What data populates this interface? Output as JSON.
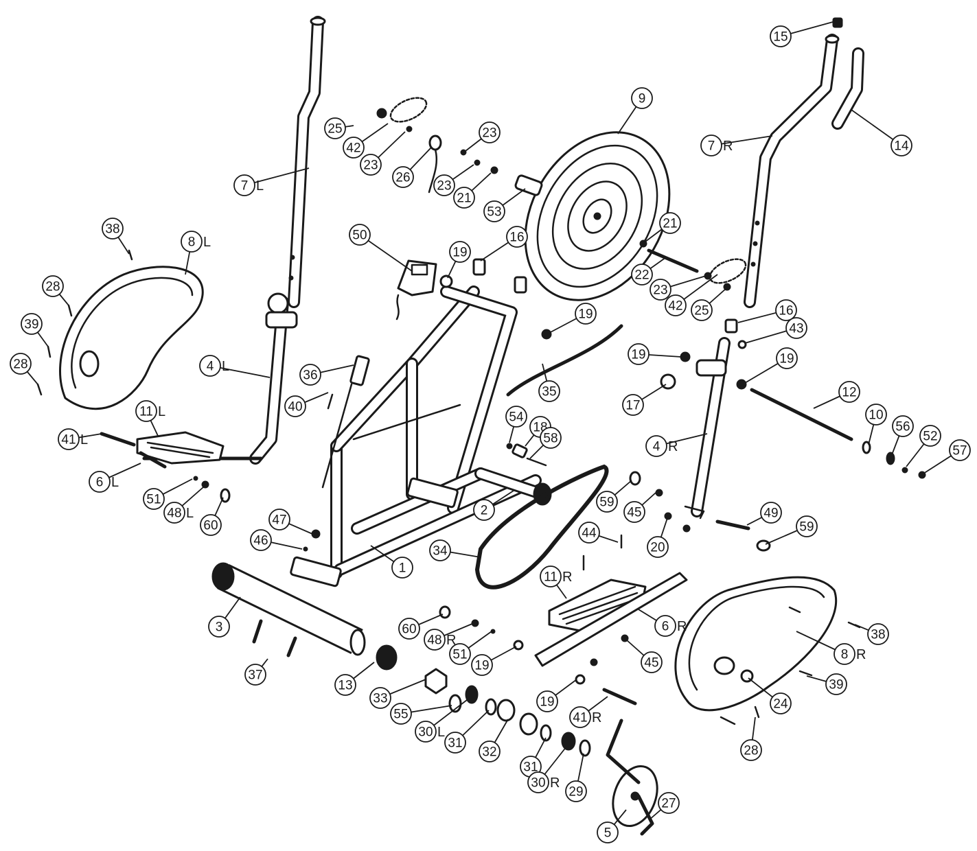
{
  "diagram": {
    "callouts": [
      {
        "id": "c15",
        "label": "15"
      },
      {
        "id": "c9",
        "label": "9"
      },
      {
        "id": "c7R",
        "label": "7",
        "suffix": "R"
      },
      {
        "id": "c14",
        "label": "14"
      },
      {
        "id": "c25a",
        "label": "25"
      },
      {
        "id": "c23a",
        "label": "23"
      },
      {
        "id": "c42a",
        "label": "42"
      },
      {
        "id": "c23b",
        "label": "23"
      },
      {
        "id": "c26",
        "label": "26"
      },
      {
        "id": "c23c",
        "label": "23"
      },
      {
        "id": "c21a",
        "label": "21"
      },
      {
        "id": "c53",
        "label": "53"
      },
      {
        "id": "c7L",
        "label": "7",
        "suffix": "L"
      },
      {
        "id": "c38a",
        "label": "38"
      },
      {
        "id": "c8L",
        "label": "8",
        "suffix": "L"
      },
      {
        "id": "c50",
        "label": "50"
      },
      {
        "id": "c16a",
        "label": "16"
      },
      {
        "id": "c19a",
        "label": "19"
      },
      {
        "id": "c21b",
        "label": "21"
      },
      {
        "id": "c22",
        "label": "22"
      },
      {
        "id": "c23d",
        "label": "23"
      },
      {
        "id": "c42b",
        "label": "42"
      },
      {
        "id": "c25b",
        "label": "25"
      },
      {
        "id": "c28a",
        "label": "28"
      },
      {
        "id": "c39a",
        "label": "39"
      },
      {
        "id": "c28b",
        "label": "28"
      },
      {
        "id": "c19b",
        "label": "19"
      },
      {
        "id": "c16b",
        "label": "16"
      },
      {
        "id": "c43",
        "label": "43"
      },
      {
        "id": "c19c",
        "label": "19"
      },
      {
        "id": "c19d",
        "label": "19"
      },
      {
        "id": "c4L",
        "label": "4",
        "suffix": "L"
      },
      {
        "id": "c36",
        "label": "36"
      },
      {
        "id": "c35",
        "label": "35"
      },
      {
        "id": "c17",
        "label": "17"
      },
      {
        "id": "c12",
        "label": "12"
      },
      {
        "id": "c40",
        "label": "40"
      },
      {
        "id": "c11L",
        "label": "11",
        "suffix": "L"
      },
      {
        "id": "c54",
        "label": "54"
      },
      {
        "id": "c18",
        "label": "18"
      },
      {
        "id": "c10",
        "label": "10"
      },
      {
        "id": "c56",
        "label": "56"
      },
      {
        "id": "c52",
        "label": "52"
      },
      {
        "id": "c57",
        "label": "57"
      },
      {
        "id": "c41L",
        "label": "41",
        "suffix": "L"
      },
      {
        "id": "c58",
        "label": "58"
      },
      {
        "id": "c4R",
        "label": "4",
        "suffix": "R"
      },
      {
        "id": "c6L",
        "label": "6",
        "suffix": "L"
      },
      {
        "id": "c51a",
        "label": "51"
      },
      {
        "id": "c48L",
        "label": "48",
        "suffix": "L"
      },
      {
        "id": "c60a",
        "label": "60"
      },
      {
        "id": "c2",
        "label": "2"
      },
      {
        "id": "c59a",
        "label": "59"
      },
      {
        "id": "c45a",
        "label": "45"
      },
      {
        "id": "c47",
        "label": "47"
      },
      {
        "id": "c49",
        "label": "49"
      },
      {
        "id": "c59b",
        "label": "59"
      },
      {
        "id": "c46",
        "label": "46"
      },
      {
        "id": "c44",
        "label": "44"
      },
      {
        "id": "c20",
        "label": "20"
      },
      {
        "id": "c34",
        "label": "34"
      },
      {
        "id": "c1",
        "label": "1"
      },
      {
        "id": "c11R",
        "label": "11",
        "suffix": "R"
      },
      {
        "id": "c3",
        "label": "3"
      },
      {
        "id": "c60b",
        "label": "60"
      },
      {
        "id": "c48R",
        "label": "48",
        "suffix": "R"
      },
      {
        "id": "c6R",
        "label": "6",
        "suffix": "R"
      },
      {
        "id": "c38b",
        "label": "38"
      },
      {
        "id": "c51b",
        "label": "51"
      },
      {
        "id": "c19e",
        "label": "19"
      },
      {
        "id": "c45b",
        "label": "45"
      },
      {
        "id": "c8R",
        "label": "8",
        "suffix": "R"
      },
      {
        "id": "c37",
        "label": "37"
      },
      {
        "id": "c13",
        "label": "13"
      },
      {
        "id": "c39b",
        "label": "39"
      },
      {
        "id": "c33",
        "label": "33"
      },
      {
        "id": "c55",
        "label": "55"
      },
      {
        "id": "c19f",
        "label": "19"
      },
      {
        "id": "c24",
        "label": "24"
      },
      {
        "id": "c30L",
        "label": "30",
        "suffix": "L"
      },
      {
        "id": "c41R",
        "label": "41",
        "suffix": "R"
      },
      {
        "id": "c31a",
        "label": "31"
      },
      {
        "id": "c32",
        "label": "32"
      },
      {
        "id": "c28c",
        "label": "28"
      },
      {
        "id": "c31b",
        "label": "31"
      },
      {
        "id": "c30R",
        "label": "30",
        "suffix": "R"
      },
      {
        "id": "c29",
        "label": "29"
      },
      {
        "id": "c27",
        "label": "27"
      },
      {
        "id": "c5",
        "label": "5"
      }
    ]
  }
}
